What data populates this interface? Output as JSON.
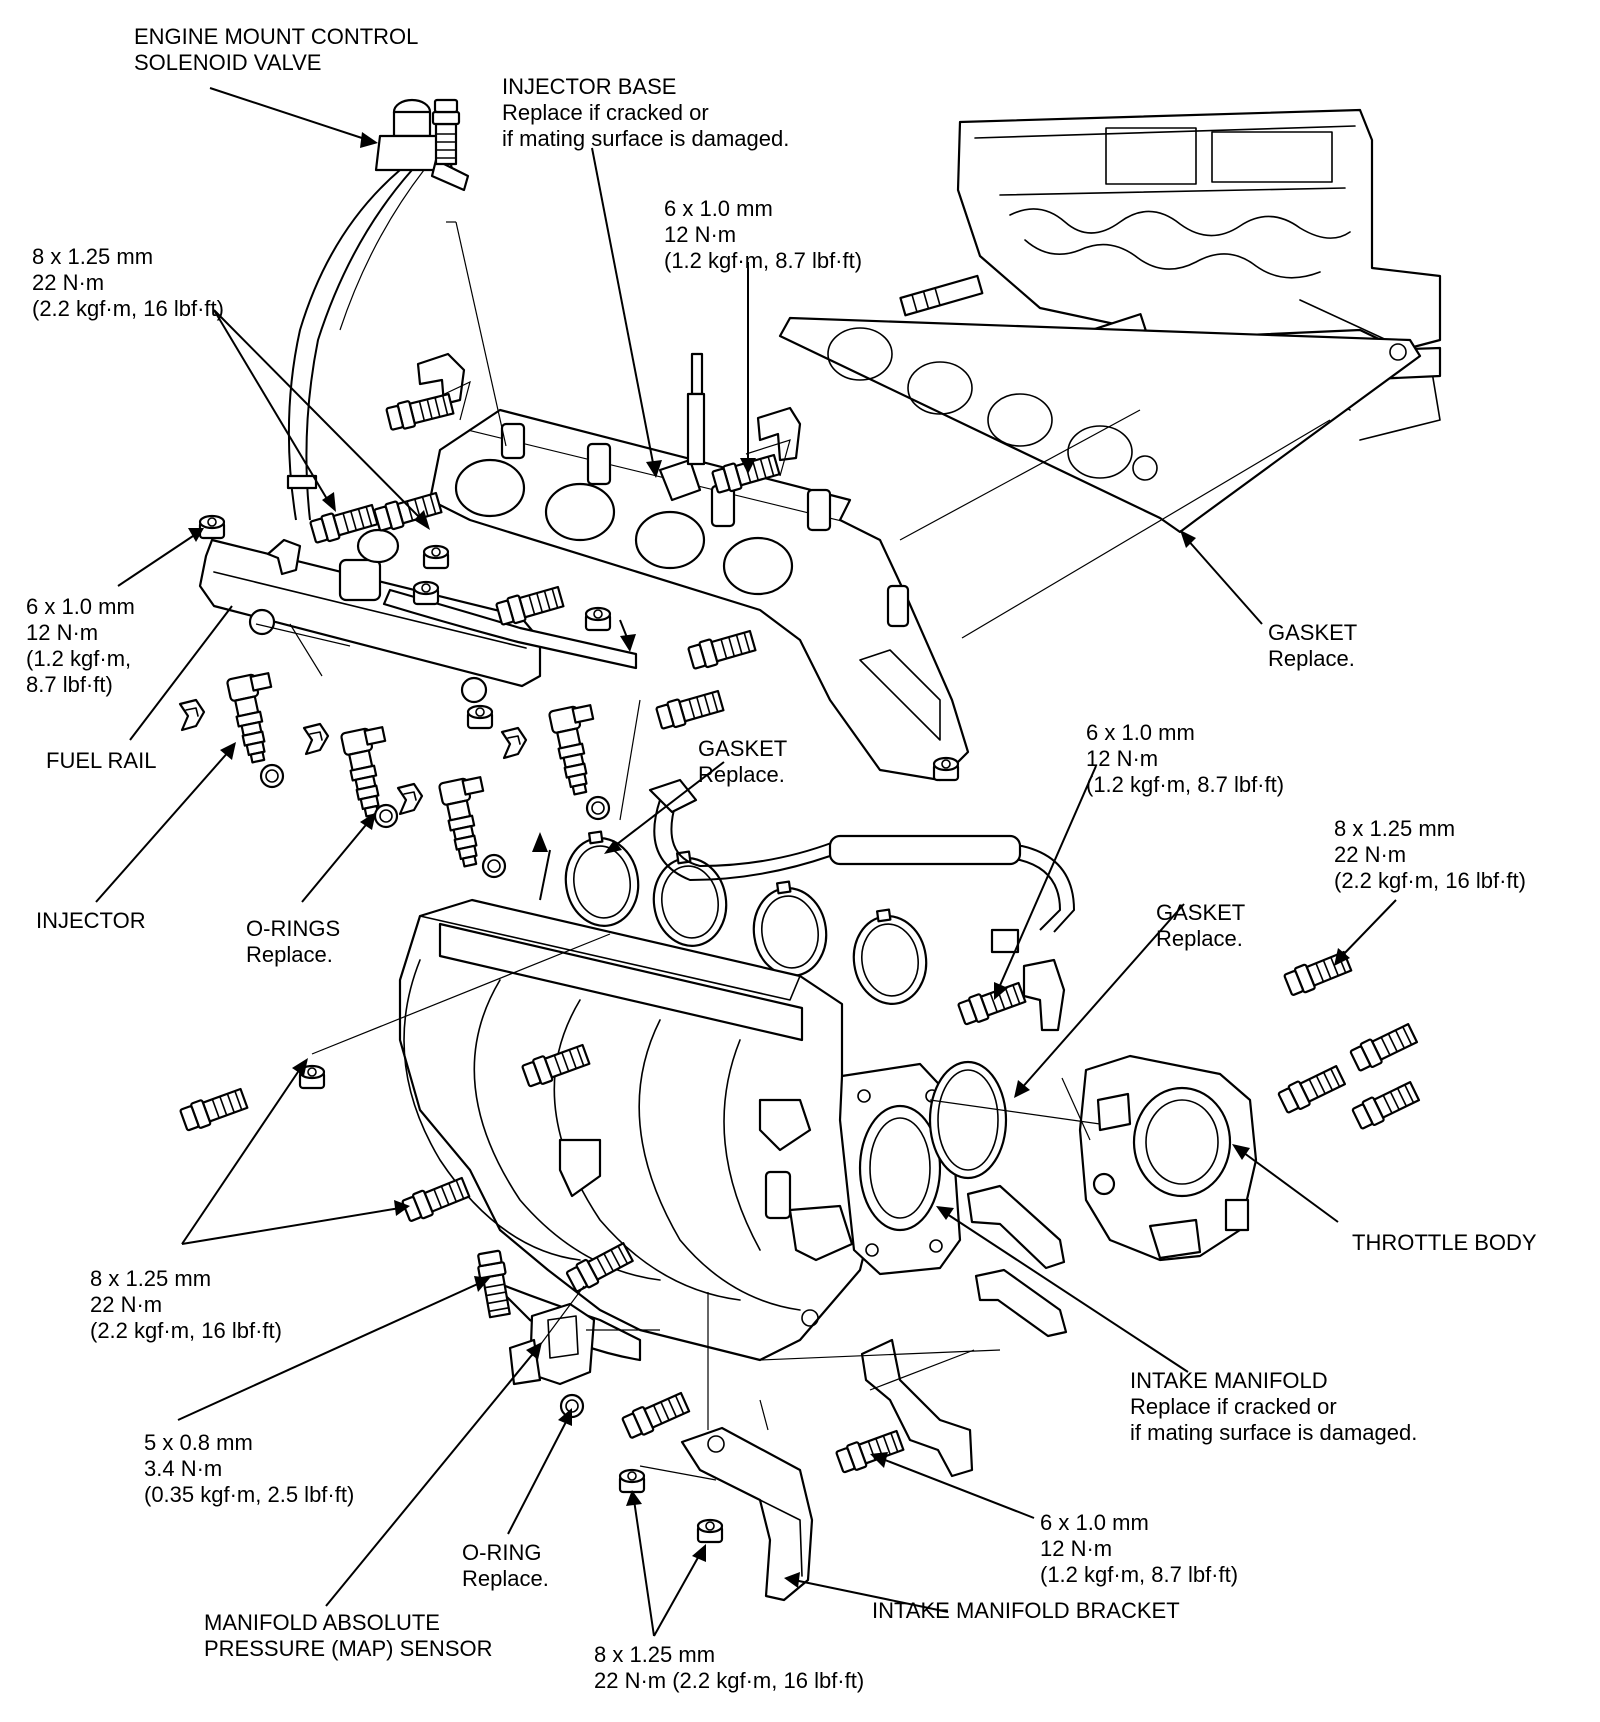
{
  "labels": {
    "engine_mount_solenoid": [
      "ENGINE MOUNT CONTROL",
      "SOLENOID VALVE"
    ],
    "injector_base": [
      "INJECTOR BASE",
      "Replace if cracked or",
      "if mating surface is damaged."
    ],
    "bolt_top_center": [
      "6 x 1.0 mm",
      "12 N·m",
      "(1.2 kgf·m, 8.7 lbf·ft)"
    ],
    "bolt_upper_left": [
      "8 x 1.25 mm",
      "22 N·m",
      "(2.2 kgf·m, 16 lbf·ft)"
    ],
    "bolt_left_mid": [
      "6 x 1.0 mm",
      "12 N·m",
      "(1.2 kgf·m,",
      "8.7 lbf·ft)"
    ],
    "fuel_rail": [
      "FUEL RAIL"
    ],
    "gasket_base": [
      "GASKET",
      "Replace."
    ],
    "gasket_ring": [
      "GASKET",
      "Replace."
    ],
    "bolt_mid_right": [
      "6 x 1.0 mm",
      "12 N·m",
      "(1.2 kgf·m, 8.7 lbf·ft)"
    ],
    "bolt_throttle": [
      "8 x 1.25 mm",
      "22 N·m",
      "(2.2 kgf·m, 16 lbf·ft)"
    ],
    "injector": [
      "INJECTOR"
    ],
    "o_rings": [
      "O-RINGS",
      "Replace."
    ],
    "gasket_throttle": [
      "GASKET",
      "Replace."
    ],
    "throttle_body": [
      "THROTTLE BODY"
    ],
    "bolt_lower_left": [
      "8 x 1.25 mm",
      "22 N·m",
      "(2.2 kgf·m, 16 lbf·ft)"
    ],
    "intake_manifold": [
      "INTAKE MANIFOLD",
      "Replace if cracked or",
      "if mating surface is damaged."
    ],
    "bolt_map": [
      "5 x 0.8 mm",
      "3.4 N·m",
      "(0.35 kgf·m, 2.5 lbf·ft)"
    ],
    "bolt_bracket_right": [
      "6 x 1.0 mm",
      "12 N·m",
      "(1.2 kgf·m, 8.7 lbf·ft)"
    ],
    "o_ring": [
      "O-RING",
      "Replace."
    ],
    "map_sensor": [
      "MANIFOLD ABSOLUTE",
      "PRESSURE (MAP) SENSOR"
    ],
    "intake_manifold_bracket": [
      "INTAKE MANIFOLD BRACKET"
    ],
    "bolt_bottom": [
      "8 x 1.25 mm",
      "22 N·m (2.2 kgf·m, 16 lbf·ft)"
    ]
  }
}
